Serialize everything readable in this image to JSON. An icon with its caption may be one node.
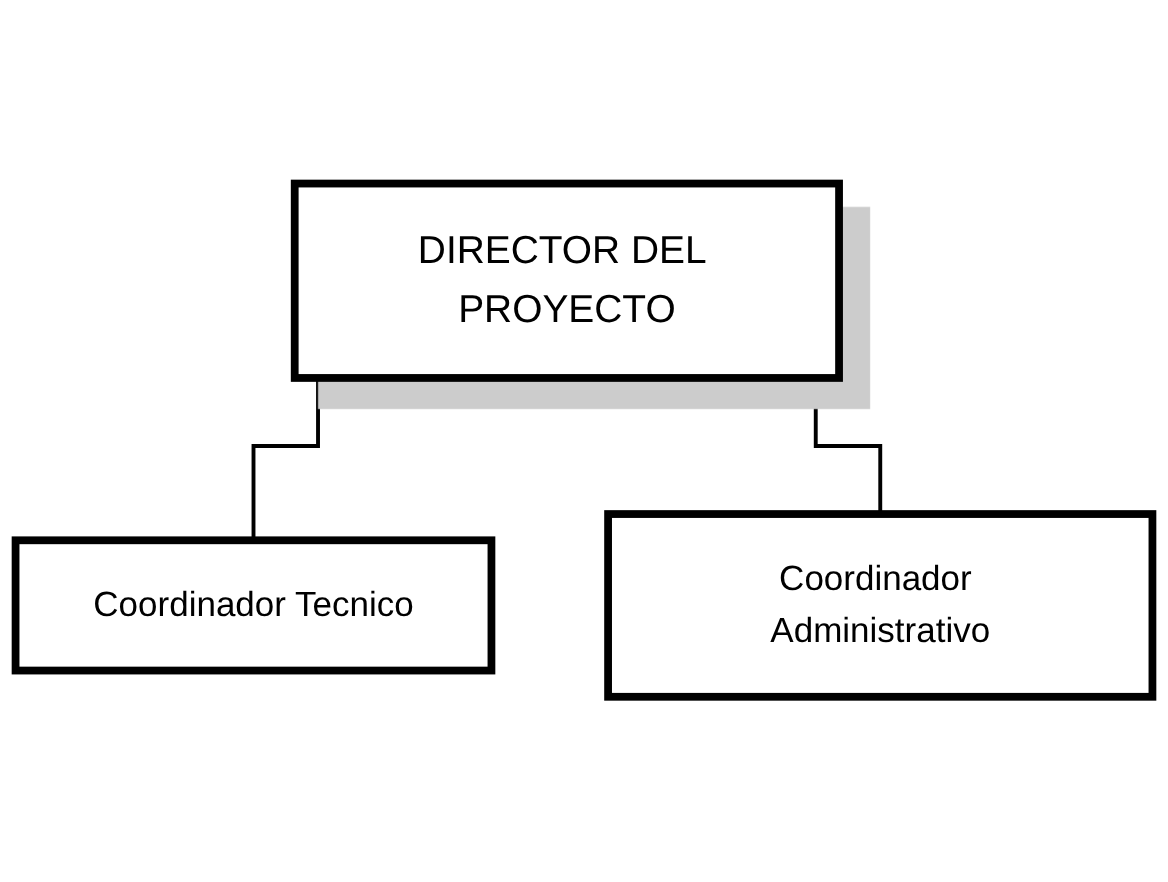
{
  "diagram": {
    "nodes": [
      {
        "text": [
          "DIRECTOR DEL PROYECTO"
        ]
      },
      {
        "text": [
          "Coordinador Tecnico"
        ]
      },
      {
        "text": [
          "Coordinador Administrativo"
        ]
      }
    ],
    "edges": [
      {
        "from": 0,
        "to": 1,
        "arrow": "none"
      },
      {
        "from": 0,
        "to": 2,
        "arrow": "none"
      }
    ]
  }
}
